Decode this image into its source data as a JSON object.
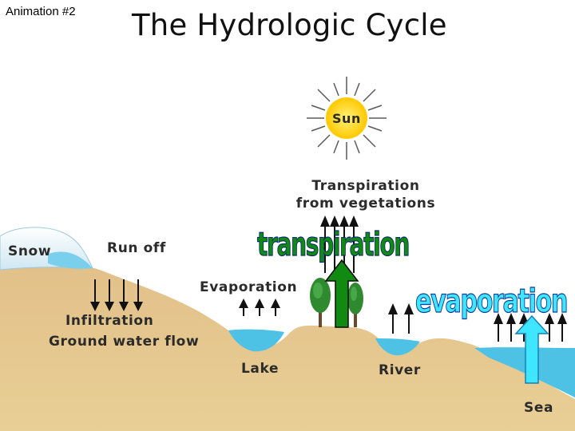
{
  "slide": {
    "corner_label": "Animation #2",
    "title": "The Hydrologic Cycle"
  },
  "diagram": {
    "sun": "Sun",
    "transpiration_line1": "Transpiration",
    "transpiration_line2": "from vegetations",
    "snow": "Snow",
    "run_off": "Run off",
    "evaporation": "Evaporation",
    "infiltration": "Infiltration",
    "ground_water_flow": "Ground water flow",
    "lake": "Lake",
    "river": "River",
    "sea": "Sea"
  },
  "overlay": {
    "transpiration_word": "transpiration",
    "evaporation_word": "evaporation"
  },
  "colors": {
    "ground": "#dfbf87",
    "water": "#4ec2e4",
    "sun": "#ffd60a",
    "tree": "#2f8a2f",
    "green_arrow": "#118a11",
    "cyan_arrow": "#3fe6ff"
  }
}
